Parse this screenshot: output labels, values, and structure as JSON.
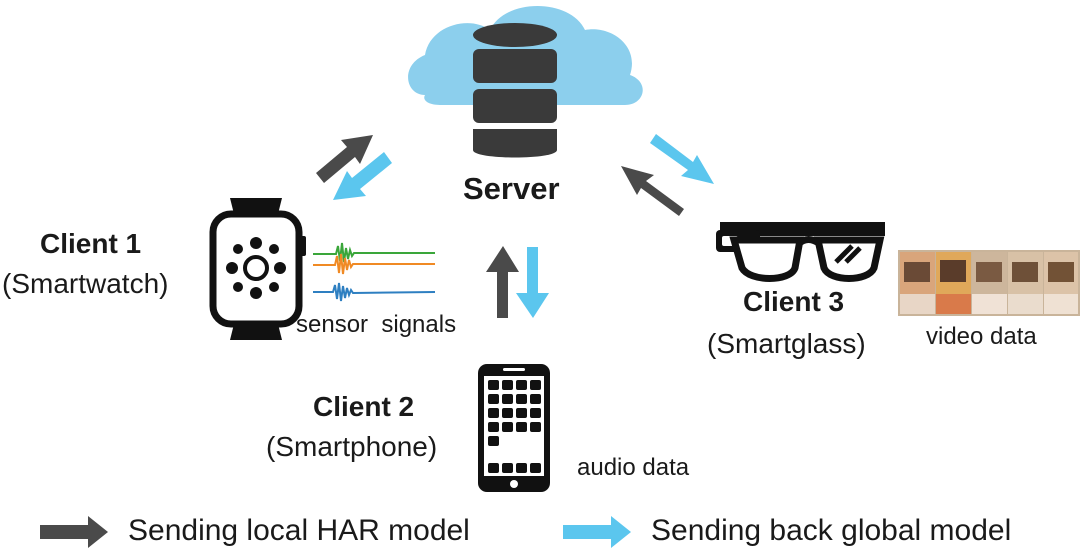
{
  "server": {
    "label": "Server"
  },
  "clients": [
    {
      "name": "Client 1",
      "device": "(Smartwatch)",
      "data_label": "sensor  signals"
    },
    {
      "name": "Client 2",
      "device": "(Smartphone)",
      "data_label": "audio data"
    },
    {
      "name": "Client 3",
      "device": "(Smartglass)",
      "data_label": "video data"
    }
  ],
  "legend": {
    "upload_label": "Sending local HAR model",
    "download_label": "Sending back global model"
  },
  "colors": {
    "upload_arrow": "#4a4a4a",
    "download_arrow": "#5bc6ee",
    "cloud": "#8ccfed",
    "device": "#111111"
  },
  "icons": [
    "cloud-icon",
    "database-icon",
    "smartwatch-icon",
    "smartphone-icon",
    "smartglass-icon"
  ]
}
